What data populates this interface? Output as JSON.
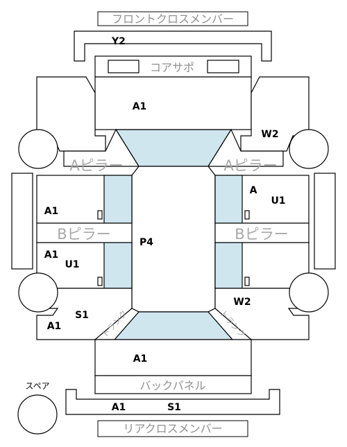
{
  "labels": {
    "front_cross_member": "フロントクロスメンバー",
    "core_support": "コアサポ",
    "a_pillar": "Aピラー",
    "b_pillar": "Bピラー",
    "back_panel": "バックパネル",
    "rear_cross_member": "リアクロスメンバー",
    "spare": "スペア",
    "trunk": "トランク"
  },
  "codes": {
    "y2": "Y2",
    "a1_front": "A1",
    "w2_front_right": "W2",
    "a_right": "A",
    "u1_right": "U1",
    "a1_left_upper": "A1",
    "p4": "P4",
    "a1_left_lower": "A1",
    "u1_left": "U1",
    "w2_rear_right": "W2",
    "s1_left": "S1",
    "a1_rear_left": "A1",
    "a1_rear": "A1",
    "a1_rear_member": "A1",
    "s1_rear_member": "S1"
  }
}
